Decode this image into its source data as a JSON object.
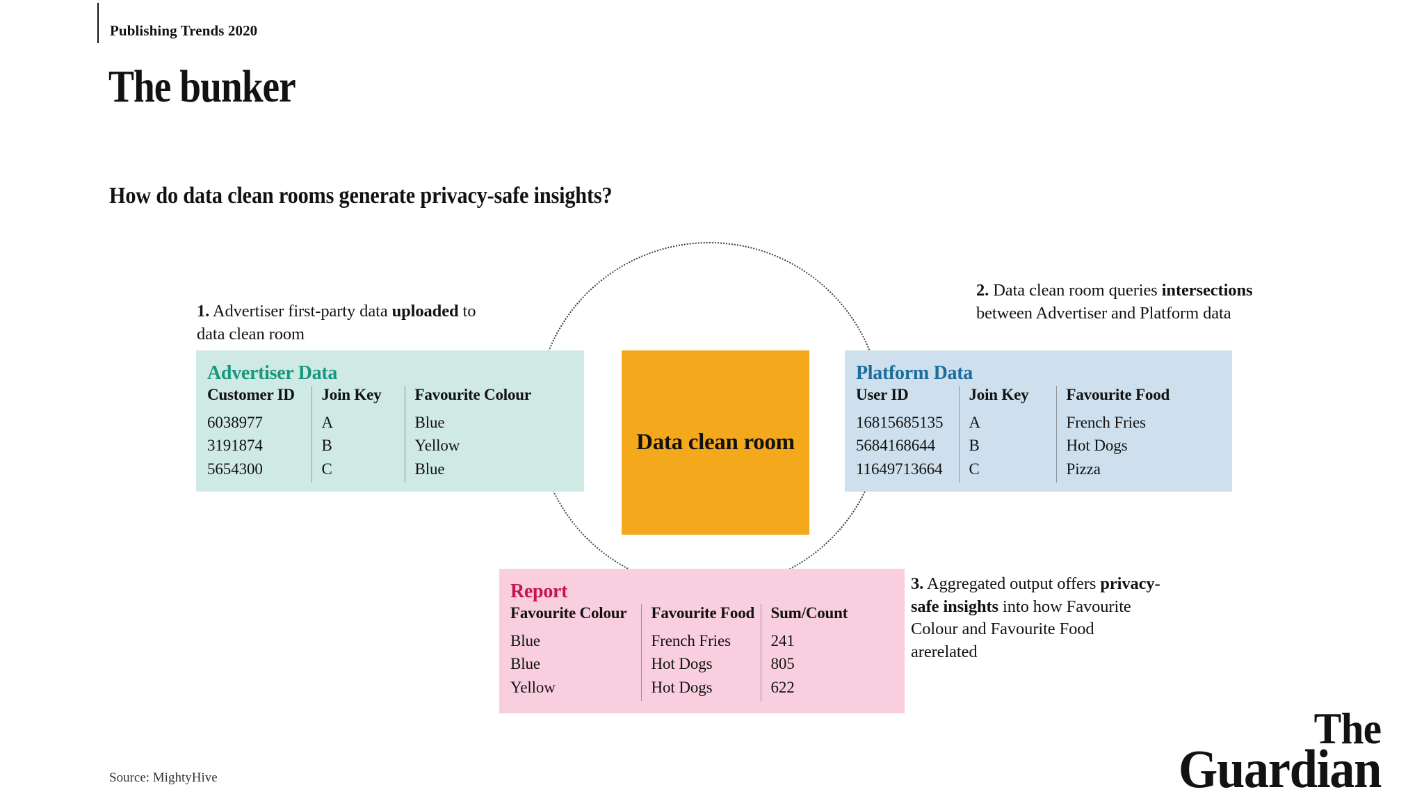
{
  "masthead": {
    "kicker": "Publishing Trends 2020",
    "headline": "The bunker",
    "standfirst": "How do data clean rooms generate privacy-safe insights?"
  },
  "hub": {
    "label": "Data clean room",
    "color": "#f4a81c"
  },
  "steps": [
    {
      "number": "1.",
      "text_before": " Advertiser first-party data ",
      "emphasis": "uploaded",
      "text_after": " to data clean room"
    },
    {
      "number": "2.",
      "text_before": " Data clean room queries ",
      "emphasis": "intersections",
      "text_after": " between Advertiser and Platform data"
    },
    {
      "number": "3.",
      "text_before": " Aggregated output offers ",
      "emphasis": "privacy-safe insights",
      "text_after": " into how Favourite Colour and Favourite Food arerelated"
    }
  ],
  "panels": {
    "advertiser": {
      "title": "Advertiser Data",
      "title_color": "#18987f",
      "background": "#cfe9e4",
      "columns": [
        "Customer ID",
        "Join Key",
        "Favourite Colour"
      ],
      "rows": [
        [
          "6038977",
          "A",
          "Blue"
        ],
        [
          "3191874",
          "B",
          "Yellow"
        ],
        [
          "5654300",
          "C",
          "Blue"
        ]
      ]
    },
    "platform": {
      "title": "Platform Data",
      "title_color": "#1c6d9c",
      "background": "#cee0ed",
      "columns": [
        "User ID",
        "Join Key",
        "Favourite Food"
      ],
      "rows": [
        [
          "16815685135",
          "A",
          "French Fries"
        ],
        [
          "5684168644",
          "B",
          "Hot Dogs"
        ],
        [
          "11649713664",
          "C",
          "Pizza"
        ]
      ]
    },
    "report": {
      "title": "Report",
      "title_color": "#c7134e",
      "background": "#f9cfdf",
      "columns": [
        "Favourite Colour",
        "Favourite Food",
        "Sum/Count"
      ],
      "rows": [
        [
          "Blue",
          "French Fries",
          "241"
        ],
        [
          "Blue",
          "Hot Dogs",
          "805"
        ],
        [
          "Yellow",
          "Hot Dogs",
          "622"
        ]
      ]
    }
  },
  "footer": {
    "source": "Source: MightyHive",
    "logo_line1": "The",
    "logo_line2": "Guardian"
  }
}
